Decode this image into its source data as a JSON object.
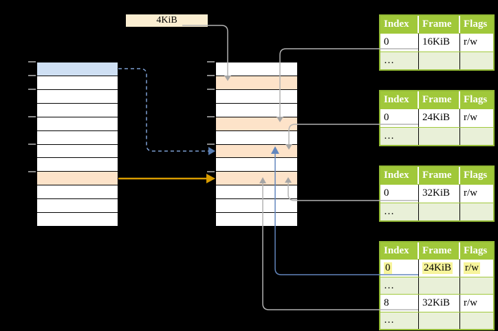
{
  "diagram": {
    "page_size_label": "4KiB",
    "colors": {
      "background": "#000000",
      "label_fill": "#fbeed1",
      "virtual_page_highlight_blue": "#cfe0f4",
      "frame_highlight_peach": "#fde3c9",
      "table_header_green": "#a0c83a",
      "table_row_light_green": "#e9f0d8",
      "table_border_green": "#94bb35",
      "cell_text_highlight_yellow": "#f7f49b",
      "gray_connector": "#b3b3b3",
      "blue_connector": "#6286bd",
      "blue_dashed_connector": "#7d9fd4",
      "orange_connector": "#d99c00"
    },
    "memory": {
      "left_column": {
        "rows": [
          "blue",
          "white",
          "white",
          "white",
          "white",
          "white",
          "white",
          "white",
          "peach",
          "white",
          "white",
          "white"
        ]
      },
      "middle_column": {
        "rows": [
          "white",
          "peach",
          "white",
          "white",
          "peach",
          "white",
          "peach",
          "white",
          "peach",
          "white",
          "white",
          "white"
        ]
      }
    },
    "tables": [
      {
        "headers": [
          "Index",
          "Frame",
          "Flags"
        ],
        "rows": [
          {
            "cells": [
              "0",
              "16KiB",
              "r/w"
            ],
            "shade": "white",
            "highlight": false
          },
          {
            "cells": [
              "…",
              "",
              ""
            ],
            "shade": "green",
            "highlight": false
          }
        ]
      },
      {
        "headers": [
          "Index",
          "Frame",
          "Flags"
        ],
        "rows": [
          {
            "cells": [
              "0",
              "24KiB",
              "r/w"
            ],
            "shade": "white",
            "highlight": false
          },
          {
            "cells": [
              "…",
              "",
              ""
            ],
            "shade": "green",
            "highlight": false
          }
        ]
      },
      {
        "headers": [
          "Index",
          "Frame",
          "Flags"
        ],
        "rows": [
          {
            "cells": [
              "0",
              "32KiB",
              "r/w"
            ],
            "shade": "white",
            "highlight": false
          },
          {
            "cells": [
              "…",
              "",
              ""
            ],
            "shade": "green",
            "highlight": false
          }
        ]
      },
      {
        "headers": [
          "Index",
          "Frame",
          "Flags"
        ],
        "rows": [
          {
            "cells": [
              "0",
              "24KiB",
              "r/w"
            ],
            "shade": "white",
            "highlight": true
          },
          {
            "cells": [
              "…",
              "",
              ""
            ],
            "shade": "green",
            "highlight": false
          },
          {
            "cells": [
              "8",
              "32KiB",
              "r/w"
            ],
            "shade": "white",
            "highlight": false
          },
          {
            "cells": [
              "…",
              "",
              ""
            ],
            "shade": "green",
            "highlight": false
          }
        ]
      }
    ]
  }
}
